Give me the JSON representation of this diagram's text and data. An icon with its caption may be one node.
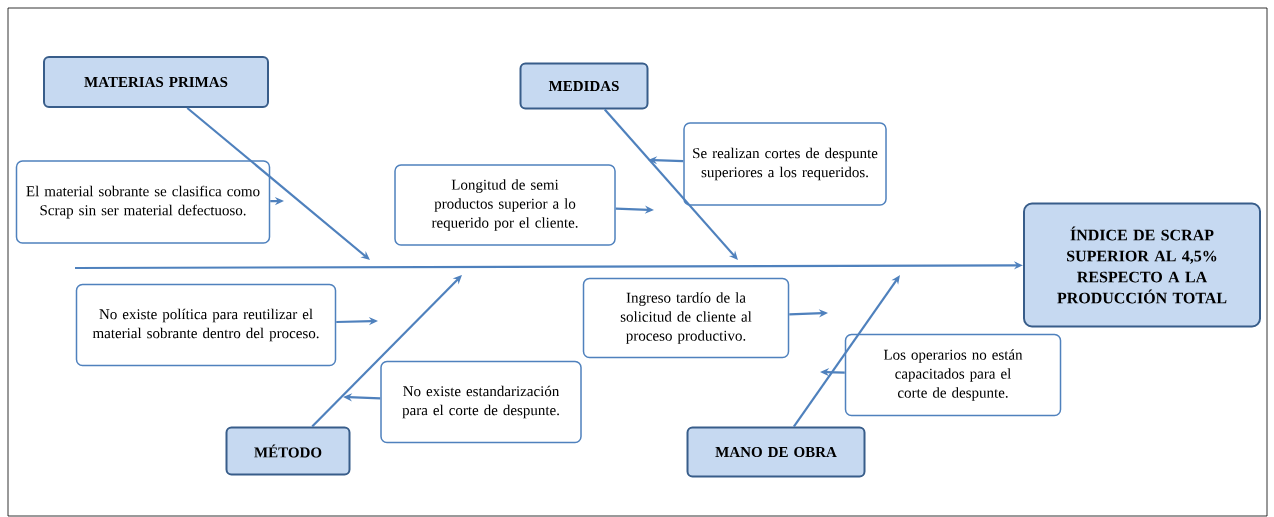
{
  "diagram": {
    "nodes": [
      {
        "text": [
          "MATERIAS PRIMAS"
        ]
      },
      {
        "text": [
          "MEDIDAS"
        ]
      },
      {
        "text": [
          "MÉTODO"
        ]
      },
      {
        "text": [
          "MANO DE OBRA"
        ]
      },
      {
        "text": [
          "ÍNDICE DE SCRAP SUPERIOR AL 4,5% RESPECTO A LA PRODUCCIÓN TOTAL"
        ]
      },
      {
        "text": [
          "El material sobrante se clasifica como Scrap sin ser material defectuoso."
        ]
      },
      {
        "text": [
          "Longitud de semi productos superior a lo requerido por el cliente."
        ]
      },
      {
        "text": [
          "Se realizan cortes de despunte superiores a los requeridos."
        ]
      },
      {
        "text": [
          "No existe política para reutilizar el material sobrante dentro del proceso."
        ]
      },
      {
        "text": [
          "Ingreso tardío de la solicitud de cliente al proceso productivo."
        ]
      },
      {
        "text": [
          "No existe estandarización para el corte de despunte."
        ]
      },
      {
        "text": [
          "Los operarios no están capacitados para el corte de despunte."
        ]
      }
    ],
    "edges": [
      {
        "from": null,
        "to": 4,
        "arrow": "to"
      },
      {
        "from": 0,
        "to": null,
        "arrow": "to"
      },
      {
        "from": 1,
        "to": null,
        "arrow": "to"
      },
      {
        "from": 2,
        "to": null,
        "arrow": "to"
      },
      {
        "from": 3,
        "to": null,
        "arrow": "to"
      },
      {
        "from": 5,
        "to": null,
        "arrow": "to"
      },
      {
        "from": 6,
        "to": null,
        "arrow": "to"
      },
      {
        "from": 7,
        "to": null,
        "arrow": "to"
      },
      {
        "from": 8,
        "to": null,
        "arrow": "to"
      },
      {
        "from": 9,
        "to": null,
        "arrow": "to"
      },
      {
        "from": 10,
        "to": null,
        "arrow": "to"
      },
      {
        "from": 11,
        "to": null,
        "arrow": "to"
      }
    ]
  }
}
